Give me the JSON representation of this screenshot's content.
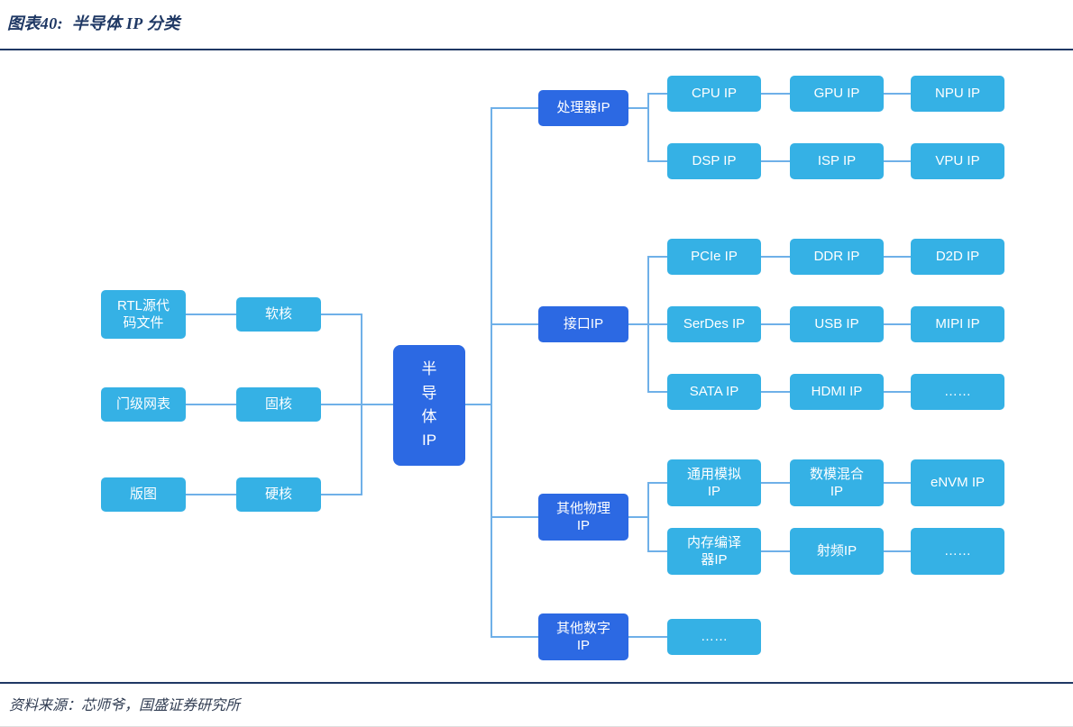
{
  "header": {
    "title": "图表40:  半导体 IP 分类"
  },
  "footer": {
    "source": "资料来源：芯师爷，国盛证券研究所"
  },
  "palette": {
    "navy": "#1f3864",
    "category_blue": "#2c69e3",
    "leaf_blue": "#35b1e5",
    "line_blue": "#6fb0e8"
  },
  "diagram": {
    "root": "半\n导\n体\nIP",
    "left_pairs": [
      {
        "form": "RTL源代\n码文件",
        "core": "软核"
      },
      {
        "form": "门级网表",
        "core": "固核"
      },
      {
        "form": "版图",
        "core": "硬核"
      }
    ],
    "branches": [
      {
        "label": "处理器IP",
        "rows": [
          [
            "CPU IP",
            "GPU IP",
            "NPU IP"
          ],
          [
            "DSP IP",
            "ISP IP",
            "VPU IP"
          ]
        ]
      },
      {
        "label": "接口IP",
        "rows": [
          [
            "PCIe IP",
            "DDR IP",
            "D2D IP"
          ],
          [
            "SerDes IP",
            "USB IP",
            "MIPI IP"
          ],
          [
            "SATA IP",
            "HDMI IP",
            "……"
          ]
        ]
      },
      {
        "label": "其他物理\nIP",
        "rows": [
          [
            "通用模拟\nIP",
            "数模混合\nIP",
            "eNVM IP"
          ],
          [
            "内存编译\n器IP",
            "射频IP",
            "……"
          ]
        ]
      },
      {
        "label": "其他数字\nIP",
        "rows": [
          [
            "……"
          ]
        ]
      }
    ]
  }
}
